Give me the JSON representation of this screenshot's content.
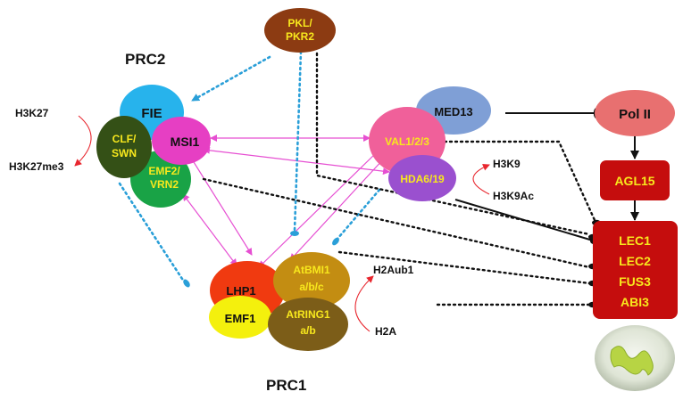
{
  "colors": {
    "pink_edge": "#e64fd2",
    "blue_dotted": "#2a9fd8",
    "black": "#111111",
    "red_arrow": "#e8262e",
    "yellow_text": "#f8e81d"
  },
  "groups": {
    "prc2": "PRC2",
    "prc1": "PRC1"
  },
  "nodes": {
    "pkl": [
      "PKL/",
      "PKR2"
    ],
    "fie": "FIE",
    "msi1": "MSI1",
    "clf": [
      "CLF/",
      "SWN"
    ],
    "emf2": [
      "EMF2/",
      "VRN2"
    ],
    "med13": "MED13",
    "pol2": "Pol II",
    "val": "VAL1/2/3",
    "hda": "HDA6/19",
    "agl15": "AGL15",
    "lhp1": "LHP1",
    "atbmi1": [
      "AtBMI1",
      "a/b/c"
    ],
    "emf1": "EMF1",
    "atring1": [
      "AtRING1",
      "a/b"
    ],
    "targets": [
      "LEC1",
      "LEC2",
      "FUS3",
      "ABI3"
    ]
  },
  "marks": {
    "h3k27": "H3K27",
    "h3k27me3": "H3K27me3",
    "h3k9": "H3K9",
    "h3k9ac": "H3K9Ac",
    "h2aub1": "H2Aub1",
    "h2a": "H2A"
  },
  "images": {
    "seedling": "seedling-photo"
  }
}
